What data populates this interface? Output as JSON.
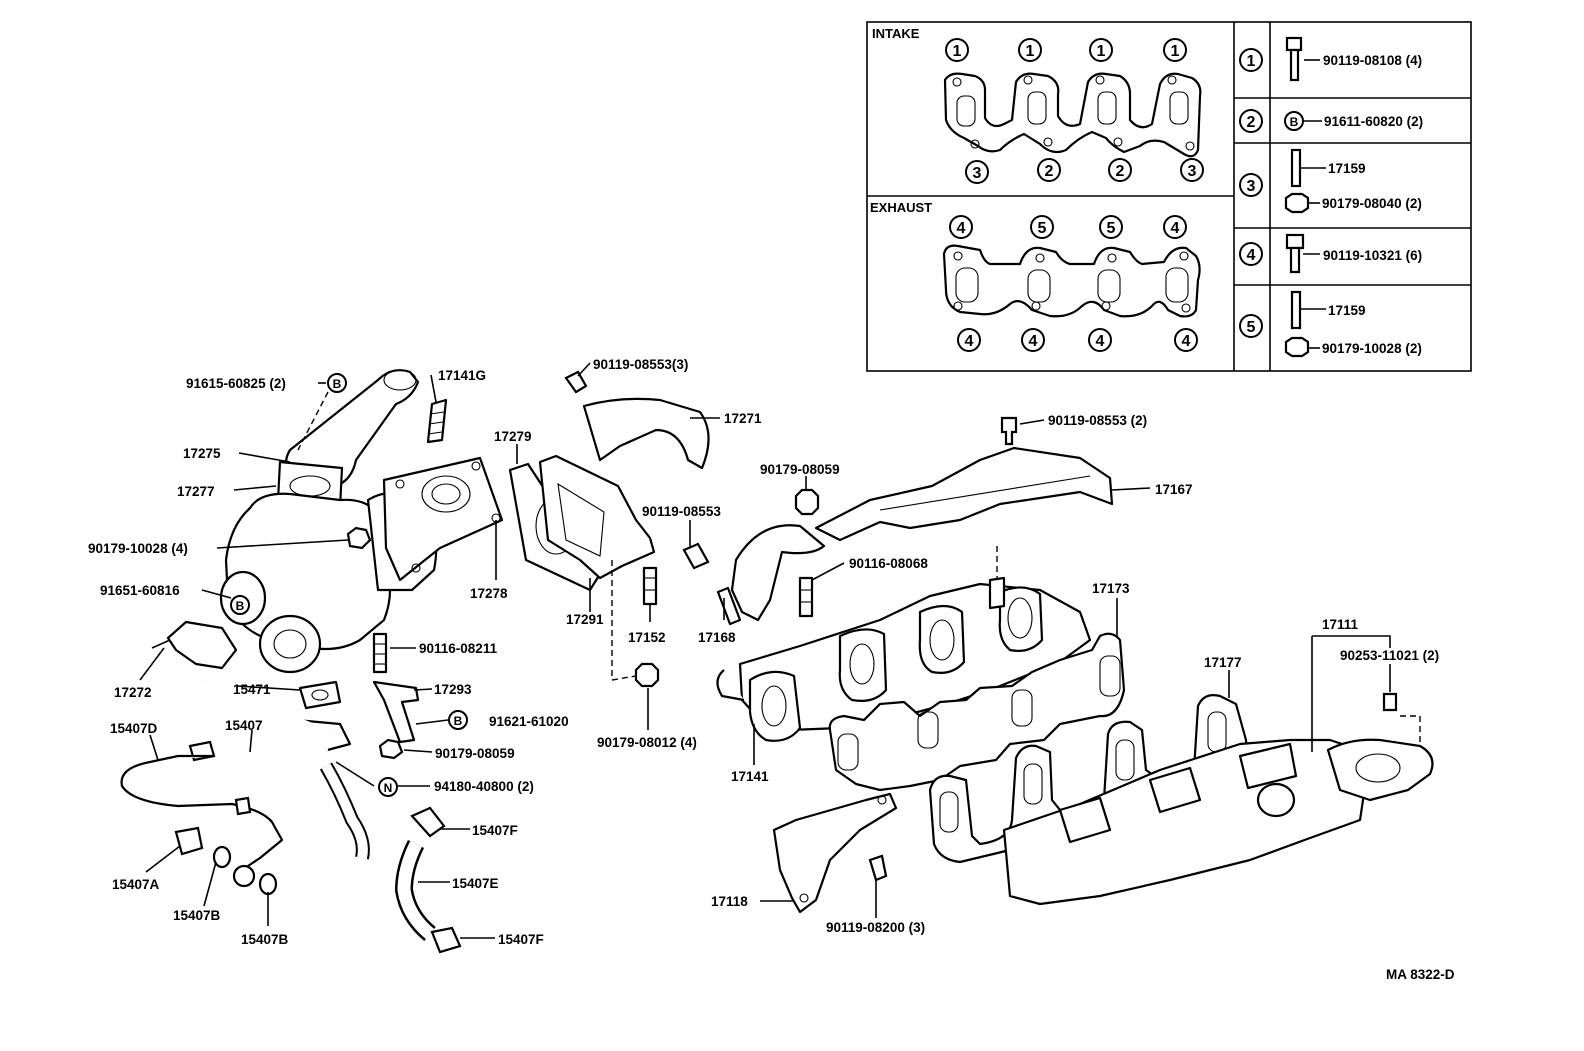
{
  "legend": {
    "intake_title": "INTAKE",
    "exhaust_title": "EXHAUST",
    "intake_top_marks": [
      "1",
      "1",
      "1",
      "1"
    ],
    "intake_bottom_marks": [
      "3",
      "2",
      "2",
      "3"
    ],
    "exhaust_top_marks": [
      "4",
      "5",
      "5",
      "4"
    ],
    "exhaust_bottom_marks": [
      "4",
      "4",
      "4",
      "4"
    ],
    "rows": [
      {
        "mark": "1",
        "parts": [
          "90119-08108 (4)"
        ]
      },
      {
        "mark": "2",
        "parts": [
          "91611-60820 (2)"
        ]
      },
      {
        "mark": "3",
        "parts": [
          "17159",
          "90179-08040 (2)"
        ]
      },
      {
        "mark": "4",
        "parts": [
          "90119-10321 (6)"
        ]
      },
      {
        "mark": "5",
        "parts": [
          "17159",
          "90179-10028 (2)"
        ]
      }
    ],
    "b_mark": "B",
    "n_mark": "N"
  },
  "labels": {
    "l_91615": "91615-60825 (2)",
    "l_17141G": "17141G",
    "l_17275": "17275",
    "l_17277": "17277",
    "l_90179_10028": "90179-10028 (4)",
    "l_91651": "91651-60816",
    "l_17272": "17272",
    "l_15471": "15471",
    "l_15407D": "15407D",
    "l_15407": "15407",
    "l_15407A": "15407A",
    "l_15407B1": "15407B",
    "l_15407B2": "15407B",
    "l_90116_08211": "90116-08211",
    "l_17293": "17293",
    "l_91621": "91621-61020",
    "l_90179_08059b": "90179-08059",
    "l_94180": "94180-40800 (2)",
    "l_15407F1": "15407F",
    "l_15407E": "15407E",
    "l_15407F2": "15407F",
    "l_17279": "17279",
    "l_17278": "17278",
    "l_17291": "17291",
    "l_90119_08553_3": "90119-08553(3)",
    "l_17271": "17271",
    "l_90119_08553a": "90119-08553",
    "l_17152": "17152",
    "l_17168": "17168",
    "l_90179_08012": "90179-08012 (4)",
    "l_90179_08059a": "90179-08059",
    "l_90116_08068": "90116-08068",
    "l_90119_08553_2": "90119-08553 (2)",
    "l_17167": "17167",
    "l_17173": "17173",
    "l_17177": "17177",
    "l_17111": "17111",
    "l_90253": "90253-11021 (2)",
    "l_17141": "17141",
    "l_17118": "17118",
    "l_90119_08200": "90119-08200 (3)",
    "l_code": "MA 8322-D"
  }
}
